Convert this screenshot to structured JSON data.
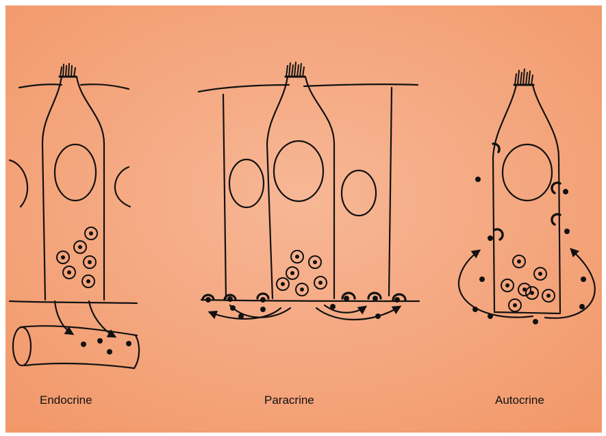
{
  "colors": {
    "background": "#F29A6C",
    "background_light": "#F6B290",
    "stroke": "#111111"
  },
  "panels": [
    {
      "label": "Endocrine"
    },
    {
      "label": "Paracrine"
    },
    {
      "label": "Autocrine"
    }
  ]
}
